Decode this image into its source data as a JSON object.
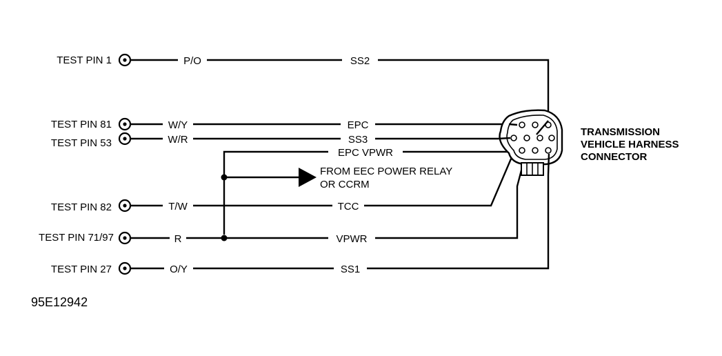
{
  "diagram": {
    "pins": [
      {
        "label": "TEST PIN 1",
        "color_code": "P/O",
        "circuit": "SS2"
      },
      {
        "label": "TEST PIN 81",
        "color_code": "W/Y",
        "circuit": "EPC"
      },
      {
        "label": "TEST PIN 53",
        "color_code": "W/R",
        "circuit": "SS3"
      },
      {
        "label": "TEST PIN 82",
        "color_code": "T/W",
        "circuit": "TCC"
      },
      {
        "label": "TEST PIN 71/97",
        "color_code": "R",
        "circuit": "VPWR"
      },
      {
        "label": "TEST PIN 27",
        "color_code": "O/Y",
        "circuit": "SS1"
      }
    ],
    "epc_vpwr": "EPC VPWR",
    "power_source": [
      "FROM EEC POWER RELAY",
      "OR CCRM"
    ],
    "connector": [
      "TRANSMISSION",
      "VEHICLE HARNESS",
      "CONNECTOR"
    ],
    "figure_code": "95E12942"
  }
}
